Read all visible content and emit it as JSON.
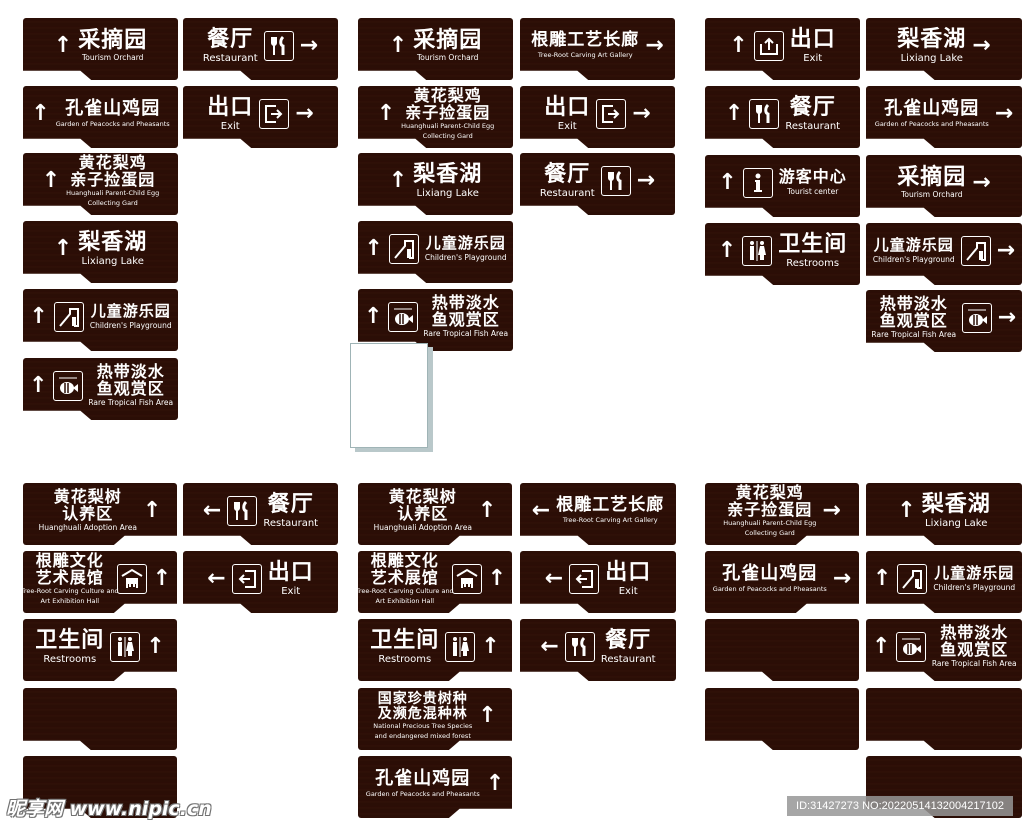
{
  "colors": {
    "sign_bg": "#2b0e06",
    "text": "#ffffff"
  },
  "groups": [
    {
      "signs": [
        {
          "cn": [
            "采摘园"
          ],
          "en": [
            "Tourism Orchard"
          ],
          "arrow": "up"
        },
        {
          "cn": [
            "孔雀山鸡园"
          ],
          "en": [
            "Garden of Peacocks and Pheasants"
          ],
          "arrow": "up"
        },
        {
          "cn": [
            "黄花梨鸡",
            "亲子捡蛋园"
          ],
          "en": [
            "Huanghuali Parent-Child Egg",
            "Collecting Gard"
          ],
          "arrow": "up"
        },
        {
          "cn": [
            "梨香湖"
          ],
          "en": [
            "Lixiang Lake"
          ],
          "arrow": "up"
        },
        {
          "cn": [
            "儿童游乐园"
          ],
          "en": [
            "Children's Playground"
          ],
          "arrow": "up",
          "icon": "playground-slide-icon"
        },
        {
          "cn": [
            "热带淡水",
            "鱼观赏区"
          ],
          "en": [
            "Rare Tropical Fish Area"
          ],
          "arrow": "up",
          "icon": "tropical-fish-icon"
        },
        {
          "cn": [
            "餐厅"
          ],
          "en": [
            "Restaurant"
          ],
          "arrow": "right",
          "icon": "fork-knife-icon"
        },
        {
          "cn": [
            "出口"
          ],
          "en": [
            "Exit"
          ],
          "arrow": "right",
          "icon": "exit-right-icon"
        }
      ]
    },
    {
      "signs": [
        {
          "cn": [
            "采摘园"
          ],
          "en": [
            "Tourism Orchard"
          ],
          "arrow": "up"
        },
        {
          "cn": [
            "黄花梨鸡",
            "亲子捡蛋园"
          ],
          "en": [
            "Huanghuali Parent-Child Egg",
            "Collecting Gard"
          ],
          "arrow": "up"
        },
        {
          "cn": [
            "梨香湖"
          ],
          "en": [
            "Lixiang Lake"
          ],
          "arrow": "up"
        },
        {
          "cn": [
            "儿童游乐园"
          ],
          "en": [
            "Children's Playground"
          ],
          "arrow": "up",
          "icon": "playground-slide-icon"
        },
        {
          "cn": [
            "热带淡水",
            "鱼观赏区"
          ],
          "en": [
            "Rare Tropical Fish Area"
          ],
          "arrow": "up",
          "icon": "tropical-fish-icon"
        },
        {
          "cn": [
            "根雕工艺长廊"
          ],
          "en": [
            "Tree-Root Carving Art Gallery"
          ],
          "arrow": "right"
        },
        {
          "cn": [
            "出口"
          ],
          "en": [
            "Exit"
          ],
          "arrow": "right",
          "icon": "exit-right-icon"
        },
        {
          "cn": [
            "餐厅"
          ],
          "en": [
            "Restaurant"
          ],
          "arrow": "right",
          "icon": "fork-knife-icon"
        }
      ]
    },
    {
      "signs": [
        {
          "cn": [
            "出口"
          ],
          "en": [
            "Exit"
          ],
          "arrow": "up",
          "icon": "exit-up-icon"
        },
        {
          "cn": [
            "餐厅"
          ],
          "en": [
            "Restaurant"
          ],
          "arrow": "up",
          "icon": "fork-knife-icon"
        },
        {
          "cn": [
            "游客中心"
          ],
          "en": [
            "Tourist center"
          ],
          "arrow": "up",
          "icon": "info-icon"
        },
        {
          "cn": [
            "卫生间"
          ],
          "en": [
            "Restrooms"
          ],
          "arrow": "up",
          "icon": "restroom-icon"
        },
        {
          "cn": [
            "梨香湖"
          ],
          "en": [
            "Lixiang Lake"
          ],
          "arrow": "right"
        },
        {
          "cn": [
            "孔雀山鸡园"
          ],
          "en": [
            "Garden of Peacocks and Pheasants"
          ],
          "arrow": "right"
        },
        {
          "cn": [
            "采摘园"
          ],
          "en": [
            "Tourism Orchard"
          ],
          "arrow": "right"
        },
        {
          "cn": [
            "儿童游乐园"
          ],
          "en": [
            "Children's Playground"
          ],
          "arrow": "right",
          "icon": "playground-slide-icon"
        },
        {
          "cn": [
            "热带淡水",
            "鱼观赏区"
          ],
          "en": [
            "Rare Tropical Fish Area"
          ],
          "arrow": "right",
          "icon": "tropical-fish-icon"
        }
      ]
    },
    {
      "signs": [
        {
          "cn": [
            "黄花梨树",
            "认养区"
          ],
          "en": [
            "Huanghuali Adoption Area"
          ],
          "arrow": "up"
        },
        {
          "cn": [
            "根雕文化",
            "艺术展馆"
          ],
          "en": [
            "Tree-Root Carving Culture and",
            "Art Exhibition Hall"
          ],
          "arrow": "up",
          "icon": "exhibition-hall-icon"
        },
        {
          "cn": [
            "卫生间"
          ],
          "en": [
            "Restrooms"
          ],
          "arrow": "up",
          "icon": "restroom-icon"
        },
        {},
        {},
        {
          "cn": [
            "餐厅"
          ],
          "en": [
            "Restaurant"
          ],
          "arrow": "left",
          "icon": "fork-knife-icon"
        },
        {
          "cn": [
            "出口"
          ],
          "en": [
            "Exit"
          ],
          "arrow": "left",
          "icon": "exit-left-icon"
        }
      ]
    },
    {
      "signs": [
        {
          "cn": [
            "黄花梨树",
            "认养区"
          ],
          "en": [
            "Huanghuali Adoption Area"
          ],
          "arrow": "up"
        },
        {
          "cn": [
            "根雕文化",
            "艺术展馆"
          ],
          "en": [
            "Tree-Root Carving Culture and",
            "Art Exhibition Hall"
          ],
          "arrow": "up",
          "icon": "exhibition-hall-icon"
        },
        {
          "cn": [
            "卫生间"
          ],
          "en": [
            "Restrooms"
          ],
          "arrow": "up",
          "icon": "restroom-icon"
        },
        {
          "cn": [
            "国家珍贵树种",
            "及濒危混种林"
          ],
          "en": [
            "National Precious Tree Species",
            "and endangered mixed forest"
          ],
          "arrow": "up"
        },
        {
          "cn": [
            "孔雀山鸡园"
          ],
          "en": [
            "Garden of Peacocks and Pheasants"
          ],
          "arrow": "up"
        },
        {
          "cn": [
            "根雕工艺长廊"
          ],
          "en": [
            "Tree-Root Carving Art Gallery"
          ],
          "arrow": "left"
        },
        {
          "cn": [
            "出口"
          ],
          "en": [
            "Exit"
          ],
          "arrow": "left",
          "icon": "exit-left-icon"
        },
        {
          "cn": [
            "餐厅"
          ],
          "en": [
            "Restaurant"
          ],
          "arrow": "left",
          "icon": "fork-knife-icon"
        }
      ]
    },
    {
      "signs": [
        {
          "cn": [
            "黄花梨鸡",
            "亲子捡蛋园"
          ],
          "en": [
            "Huanghuali Parent-Child Egg",
            "Collecting Gard"
          ],
          "arrow": "right"
        },
        {
          "cn": [
            "孔雀山鸡园"
          ],
          "en": [
            "Garden of Peacocks and Pheasants"
          ],
          "arrow": "right"
        },
        {},
        {},
        {
          "cn": [
            "梨香湖"
          ],
          "en": [
            "Lixiang Lake"
          ],
          "arrow": "up"
        },
        {
          "cn": [
            "儿童游乐园"
          ],
          "en": [
            "Children's Playground"
          ],
          "arrow": "up",
          "icon": "playground-slide-icon"
        },
        {
          "cn": [
            "热带淡水",
            "鱼观赏区"
          ],
          "en": [
            "Rare Tropical Fish Area"
          ],
          "arrow": "up",
          "icon": "tropical-fish-icon"
        },
        {},
        {}
      ]
    }
  ],
  "watermark": {
    "site": "昵享网 www.nipic.cn",
    "id_text": "ID:31427273 NO:20220514132004217102"
  }
}
